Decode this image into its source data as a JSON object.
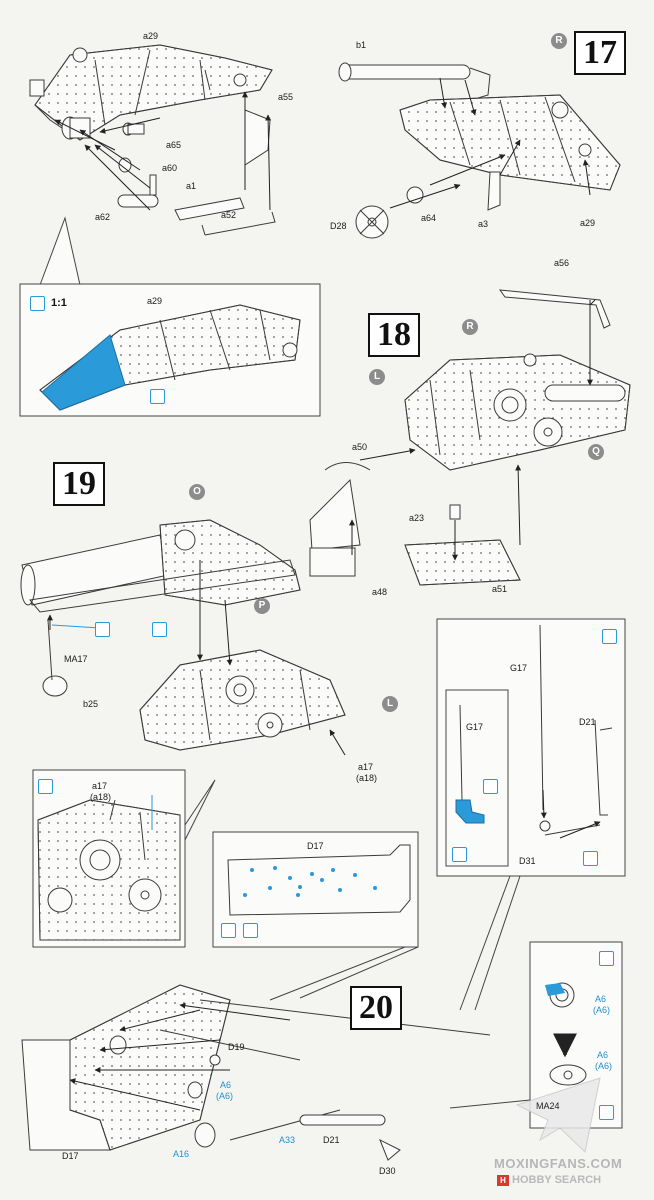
{
  "steps": {
    "s17": "17",
    "s18": "18",
    "s19": "19",
    "s20": "20"
  },
  "markers": {
    "R": "R",
    "L": "L",
    "O": "O",
    "P": "P",
    "Q": "Q"
  },
  "ratio": "1:1",
  "labels": {
    "a29": "a29",
    "a55": "a55",
    "a65": "a65",
    "a60": "a60",
    "a1": "a1",
    "a62": "a62",
    "a52": "a52",
    "b1": "b1",
    "D28": "D28",
    "a64": "a64",
    "a3": "a3",
    "a56": "a56",
    "a50": "a50",
    "a23": "a23",
    "a48": "a48",
    "a51": "a51",
    "MA17": "MA17",
    "b25": "b25",
    "a17": "a17",
    "a18": "(a18)",
    "G17": "G17",
    "D21": "D21",
    "D31": "D31",
    "D17": "D17",
    "D19": "D19",
    "A6": "A6",
    "A6b": "(A6)",
    "A16": "A16",
    "A33": "A33",
    "D30": "D30",
    "MA24": "MA24"
  },
  "watermark": {
    "site": "MOXINGFANS.COM",
    "brand_mark": "H",
    "brand": "HOBBY SEARCH"
  },
  "colors": {
    "blue": "#2a9ad8",
    "line": "#3b3b3b",
    "paper": "#f4f4f1"
  }
}
